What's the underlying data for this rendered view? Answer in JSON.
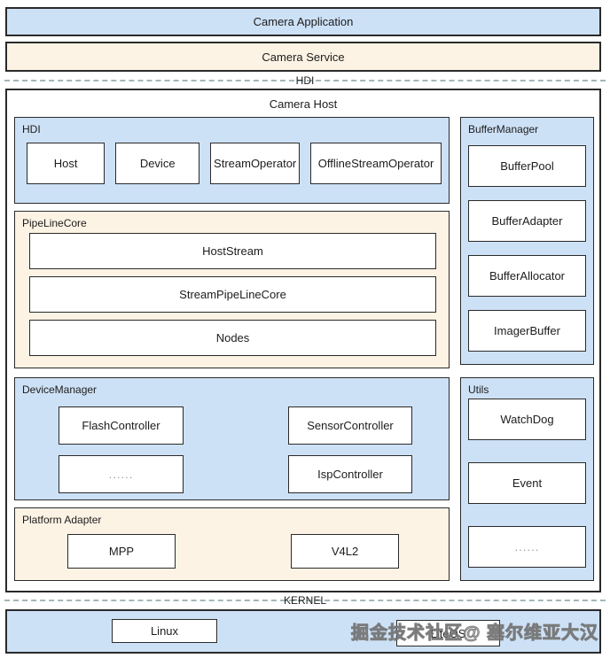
{
  "layers": {
    "app_bar": "Camera Application",
    "service_bar": "Camera Service",
    "hdi_divider": "HDI",
    "kernel_divider": "KERNEL"
  },
  "camera_host": {
    "title": "Camera Host",
    "panels": {
      "hdi": {
        "label": "HDI",
        "items": [
          "Host",
          "Device",
          "StreamOperator",
          "OfflineStreamOperator"
        ]
      },
      "pipeline": {
        "label": "PipeLineCore",
        "items": [
          "HostStream",
          "StreamPipeLineCore",
          "Nodes"
        ]
      },
      "device_manager": {
        "label": "DeviceManager",
        "items": [
          "FlashController",
          "SensorController",
          "......",
          "IspController"
        ]
      },
      "platform_adapter": {
        "label": "Platform Adapter",
        "items": [
          "MPP",
          "V4L2"
        ]
      },
      "buffer_manager": {
        "label": "BufferManager",
        "items": [
          "BufferPool",
          "BufferAdapter",
          "BufferAllocator",
          "ImagerBuffer"
        ]
      },
      "utils": {
        "label": "Utils",
        "items": [
          "WatchDog",
          "Event",
          "......"
        ]
      }
    }
  },
  "kernel_bar": {
    "items": [
      "Linux",
      "LiteOS"
    ]
  },
  "watermark": "掘金技术社区@ 塞尔维亚大汉",
  "colors": {
    "block_blue": "#cde1f6",
    "block_cream": "#fdf3e4",
    "border": "#2a2a2a",
    "dash_line": "#a2b7b9",
    "dots_gray": "#9a9a9a"
  },
  "diagram": {
    "type": "layered-architecture",
    "description": "Camera driver architecture: Camera Application over Camera Service over HDI boundary; Camera Host contains HDI, PipeLineCore, DeviceManager, Platform Adapter, BufferManager, Utils; below KERNEL boundary sit Linux and LiteOS."
  }
}
